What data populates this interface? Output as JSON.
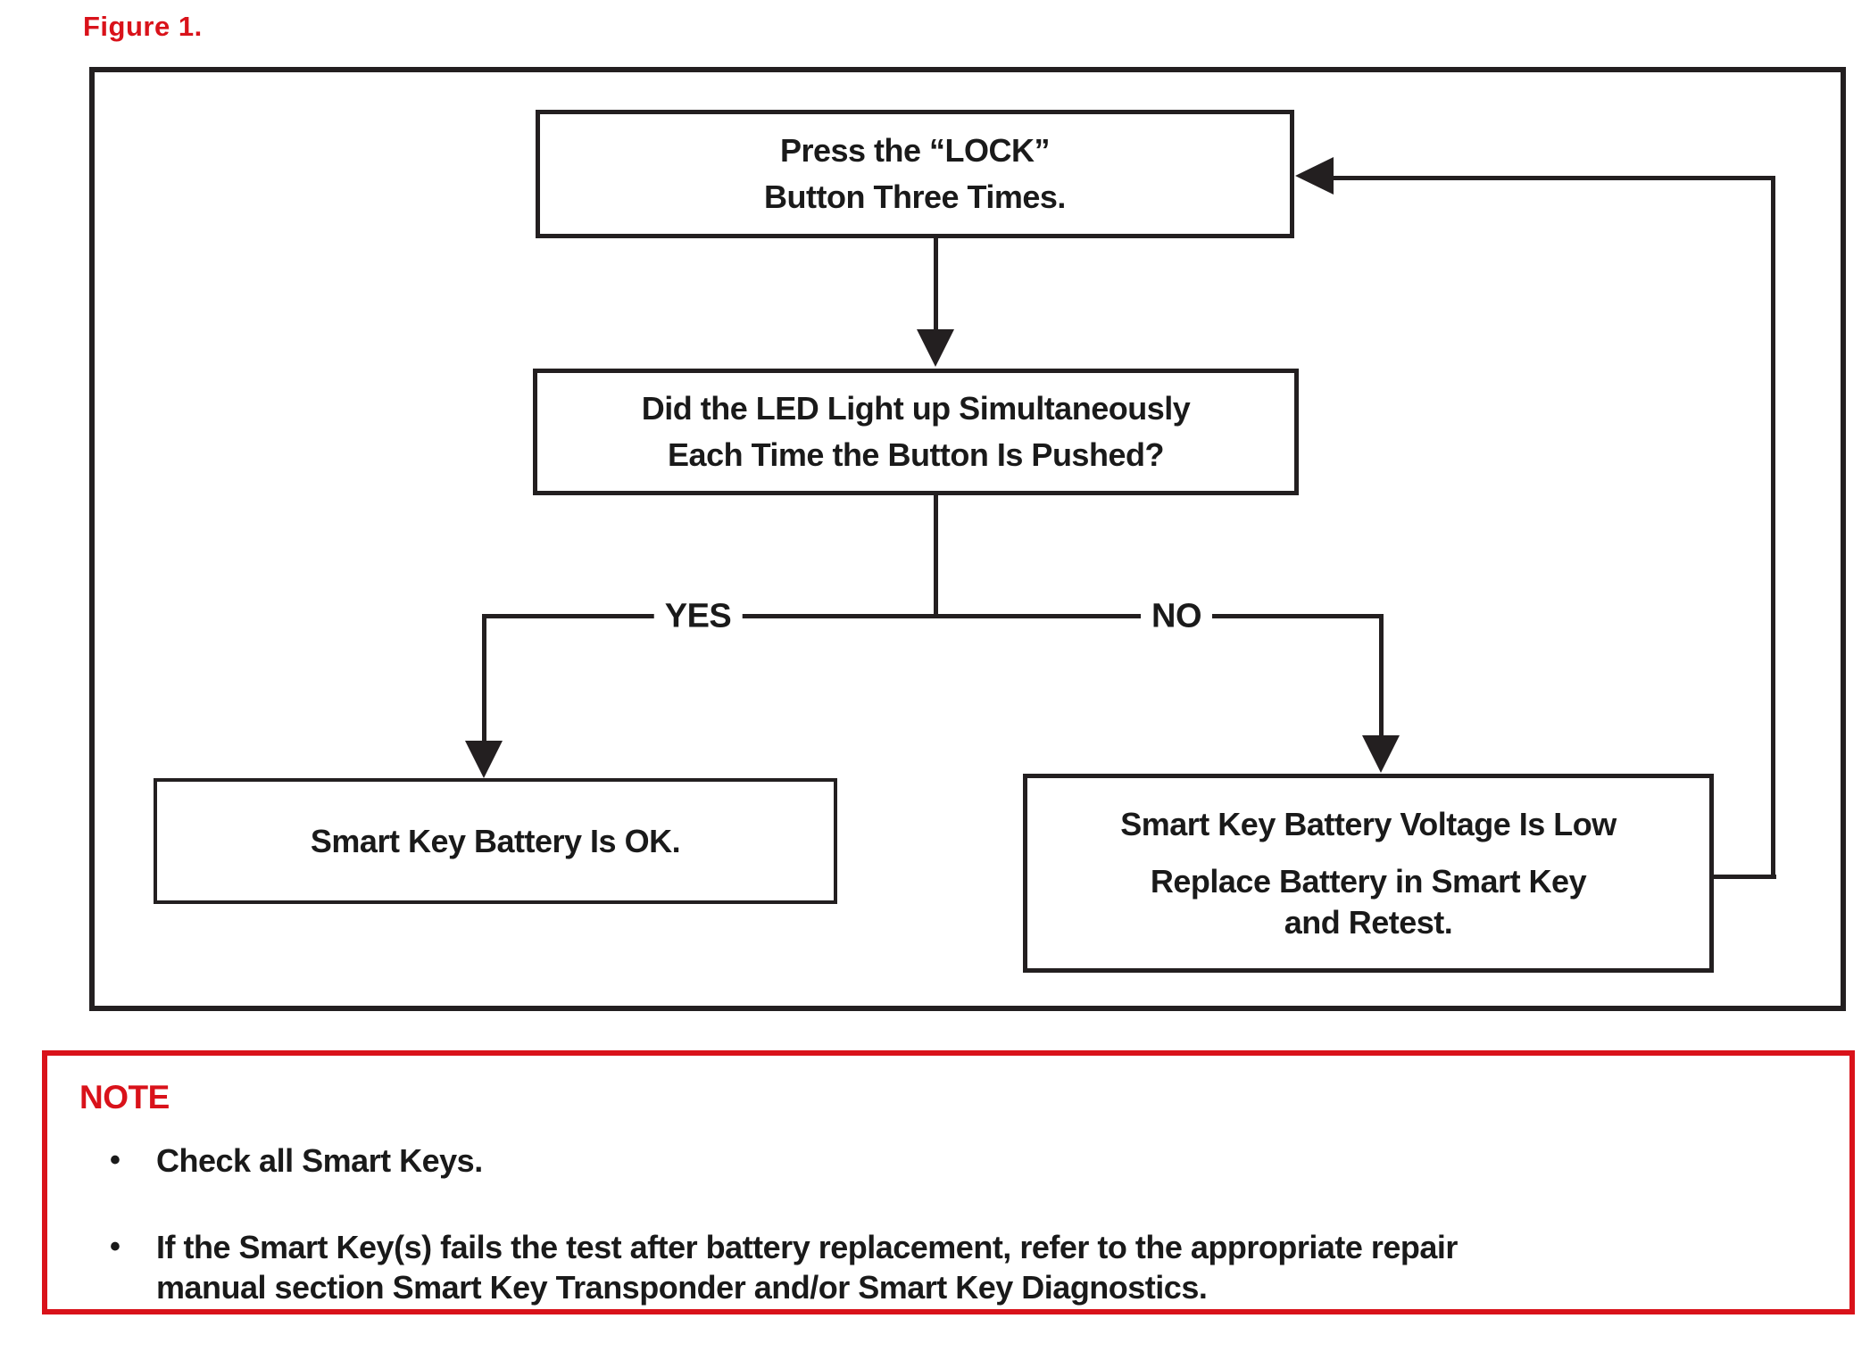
{
  "figure_label": "Figure 1.",
  "colors": {
    "accent_red": "#d9121a",
    "line_black": "#231f20",
    "background": "#ffffff"
  },
  "flowchart": {
    "press_lock": {
      "lines": [
        "Press the “LOCK”",
        "Button Three Times."
      ]
    },
    "led_question": {
      "lines": [
        "Did the LED Light up Simultaneously",
        "Each Time the Button Is Pushed?"
      ]
    },
    "yes_label": "YES",
    "no_label": "NO",
    "battery_ok": {
      "lines": [
        "Smart Key Battery Is OK."
      ]
    },
    "battery_low": {
      "lines": [
        "Smart Key Battery Voltage Is Low",
        "Replace Battery in Smart Key",
        "and Retest."
      ]
    }
  },
  "note": {
    "title": "NOTE",
    "bullet_icon": "•",
    "bullets": [
      {
        "lines": [
          "Check all Smart Keys."
        ]
      },
      {
        "lines": [
          "If the Smart Key(s) fails the test after battery replacement, refer to the appropriate repair",
          "manual section Smart Key Transponder and/or Smart Key Diagnostics."
        ]
      }
    ]
  }
}
